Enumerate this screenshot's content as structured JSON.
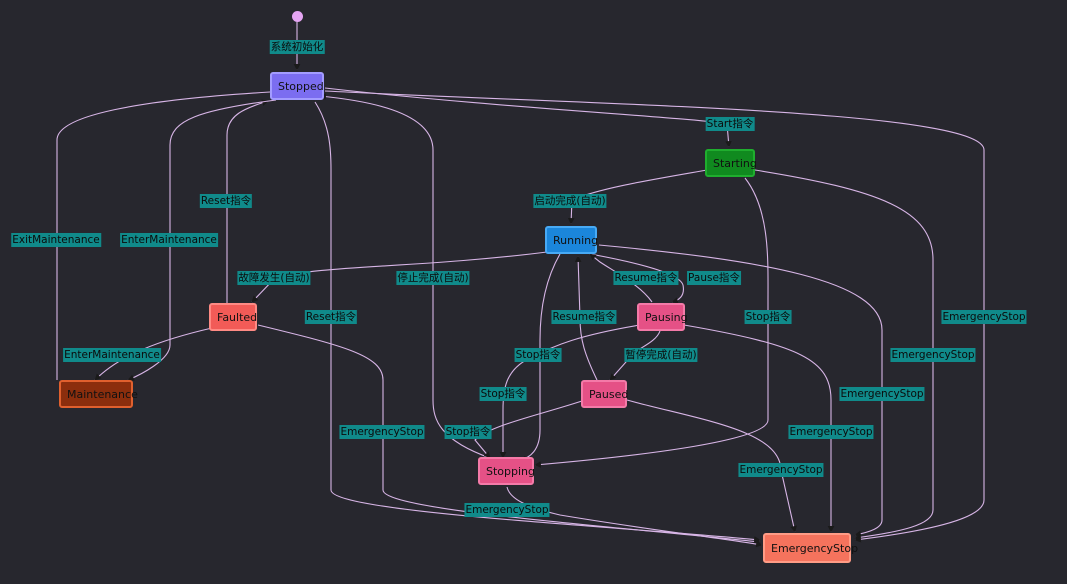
{
  "states": {
    "stopped": "Stopped",
    "starting": "Starting",
    "running": "Running",
    "pausing": "Pausing",
    "paused": "Paused",
    "stopping": "Stopping",
    "faulted": "Faulted",
    "maintenance": "Maintenance",
    "emergency": "EmergencyStop"
  },
  "labels": {
    "init": "系统初始化",
    "start_cmd": "Start指令",
    "start_done": "启动完成(自动)",
    "fault": "故障发生(自动)",
    "stop_done": "停止完成(自动)",
    "resume1": "Resume指令",
    "pause_cmd": "Pause指令",
    "reset1": "Reset指令",
    "reset2": "Reset指令",
    "exit_maint": "ExitMaintenance",
    "enter_maint1": "EnterMaintenance",
    "enter_maint2": "EnterMaintenance",
    "resume2": "Resume指令",
    "pause_done": "暂停完成(自动)",
    "stop1": "Stop指令",
    "stop2": "Stop指令",
    "stop3": "Stop指令",
    "stop4": "Stop指令",
    "es1": "EmergencyStop",
    "es2": "EmergencyStop",
    "es3": "EmergencyStop",
    "es4": "EmergencyStop",
    "es5": "EmergencyStop",
    "es6": "EmergencyStop",
    "es7": "EmergencyStop"
  },
  "colors": {
    "stopped": {
      "fill": "#7b6df0",
      "border": "#a39cff"
    },
    "starting": {
      "fill": "#108a1f",
      "border": "#1fae2e"
    },
    "running": {
      "fill": "#1b86db",
      "border": "#48aaf5"
    },
    "pausing": {
      "fill": "#e55186",
      "border": "#f47aa8"
    },
    "paused": {
      "fill": "#e55186",
      "border": "#f47aa8"
    },
    "stopping": {
      "fill": "#e55186",
      "border": "#f47aa8"
    },
    "faulted": {
      "fill": "#f25b57",
      "border": "#ff8a84"
    },
    "maintenance": {
      "fill": "#8b2e0d",
      "border": "#e0602e"
    },
    "emergency": {
      "fill": "#f5735d",
      "border": "#ff9c86"
    }
  }
}
